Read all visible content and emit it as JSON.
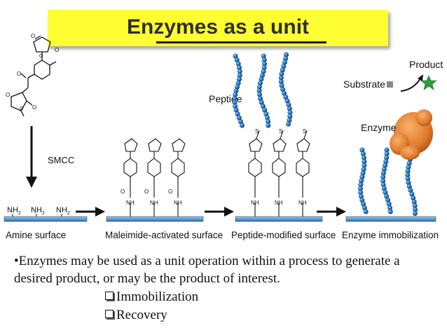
{
  "title": "Enzymes as a unit",
  "diagram": {
    "smcc_label": "SMCC",
    "nh2": "NH",
    "nh2_sub": "2",
    "nh": "NH",
    "o": "O",
    "s": "S",
    "peptide_label": "Peptide",
    "substrate_label": "Substrate",
    "product_label": "Product",
    "enzyme_label": "Enzyme",
    "surface_labels": [
      "Amine surface",
      "Maleimide-activated surface",
      "Peptide-modified surface",
      "Enzyme immobilization"
    ]
  },
  "body": {
    "paragraph": "•Enzymes may be used as a unit operation within a process to generate a desired product, or may be the product of interest.",
    "items": [
      "Immobilization",
      "Recovery"
    ]
  },
  "colors": {
    "banner": "#ffff33",
    "surface": "#3a7fc0",
    "bead": "#1d6fb8",
    "enzyme": "#e07a2a",
    "star": "#2e9e3e"
  }
}
